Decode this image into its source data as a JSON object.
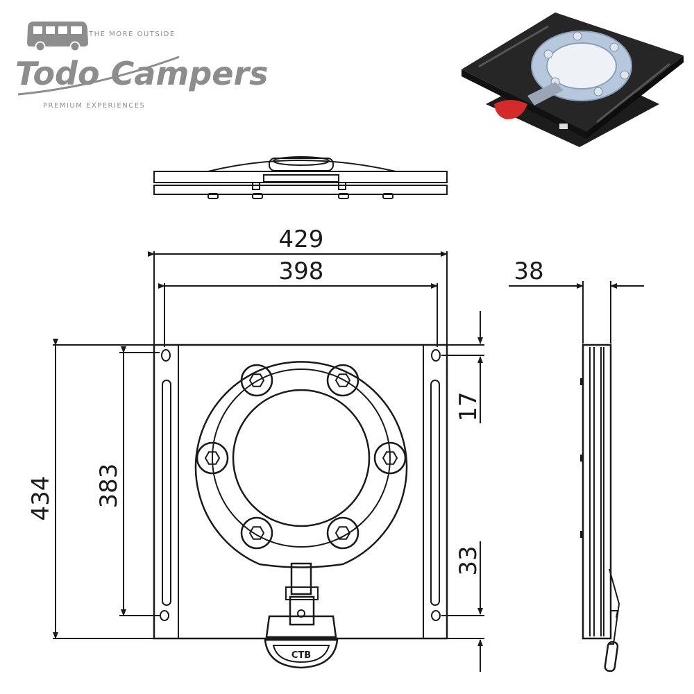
{
  "logo": {
    "tagline": "THE MORE OUTSIDE",
    "name": "Todo Campers",
    "subtitle": "PREMIUM EXPERIENCES",
    "van_icon": "van-icon"
  },
  "product_photo": {
    "icon": "swivel-plate-photo"
  },
  "drawing": {
    "dimensions": {
      "overall_width": "429",
      "hole_spacing_width": "398",
      "thickness": "38",
      "overall_depth": "434",
      "hole_spacing_depth": "383",
      "top_offset": "17",
      "bottom_offset": "33"
    },
    "handle_brand": "CTB"
  }
}
